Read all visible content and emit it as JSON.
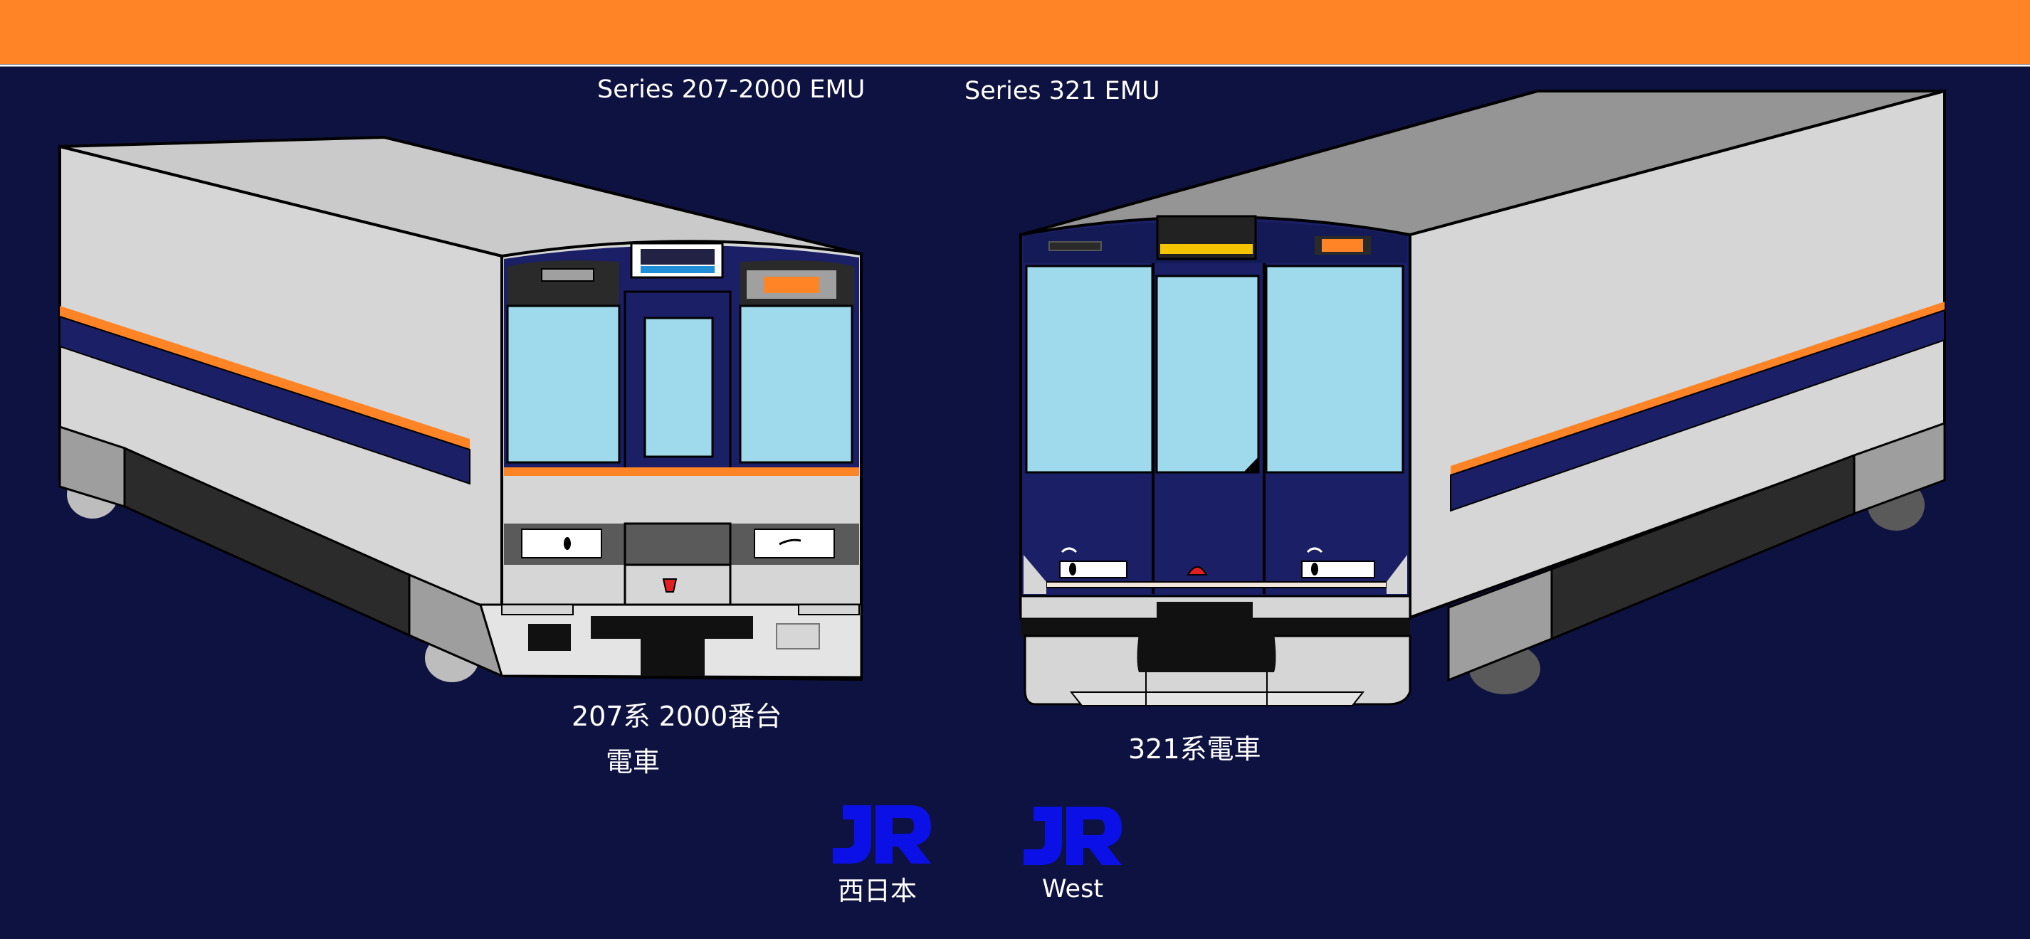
{
  "header": {
    "color": "#ff8426"
  },
  "background": "#0e1240",
  "trains": [
    {
      "english_name": "Series 207-2000 EMU",
      "japanese_name_line1": "207系 2000番台",
      "japanese_name_line2": "電車"
    },
    {
      "english_name": "Series 321 EMU",
      "japanese_name": "321系電車"
    }
  ],
  "logos": [
    {
      "icon": "jr-logo-icon",
      "caption": "西日本"
    },
    {
      "icon": "jr-logo-icon",
      "caption": "West"
    }
  ],
  "colors": {
    "body_gray": "#d6d6d6",
    "roof_gray": "#c0c0c0",
    "stripe_orange": "#ff8426",
    "stripe_navy": "#1a1f66",
    "window_blue": "#9ed9ec",
    "logo_blue": "#0a10e6"
  }
}
